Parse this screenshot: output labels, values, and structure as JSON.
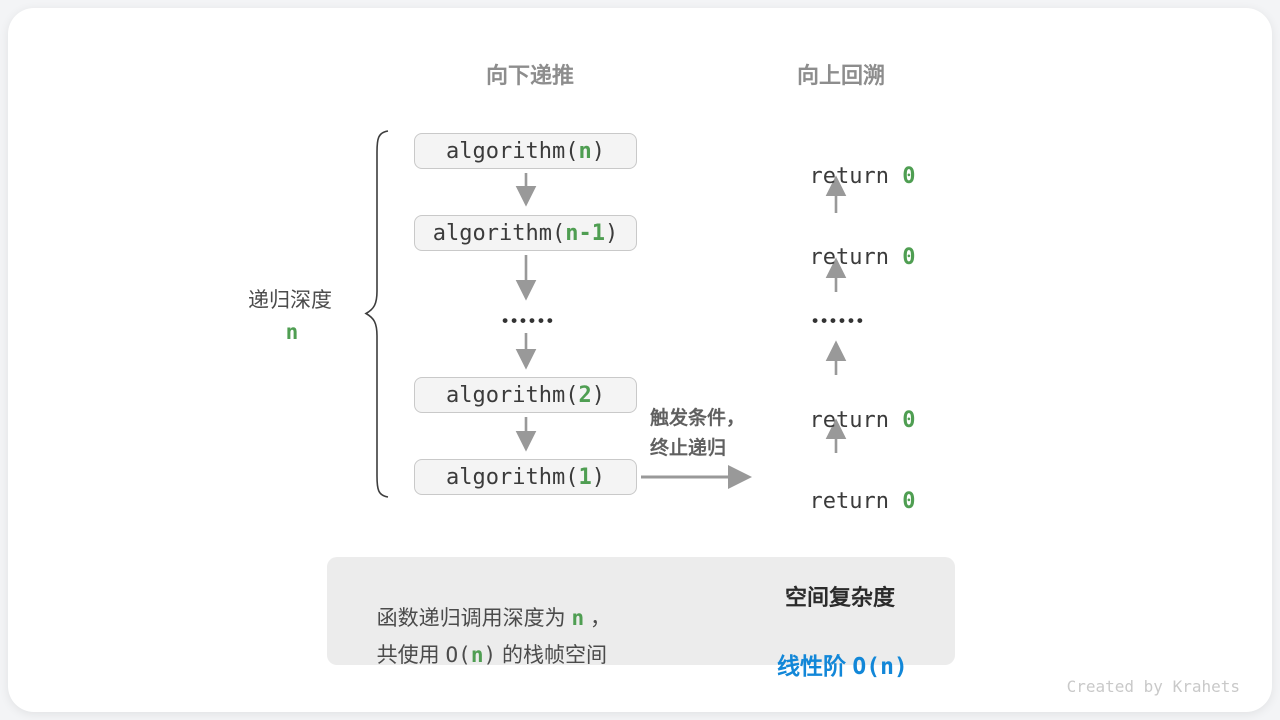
{
  "colors": {
    "page-bg": "#f3f4f6",
    "card-bg": "#ffffff",
    "green": "#4f9e52",
    "blue": "#1287d8",
    "header-gray": "#8d8d8d",
    "arrow-gray": "#999999",
    "code-dark": "#3b3b3b",
    "label-dark": "#4b4b4b",
    "note-gray": "#606060",
    "box-fill": "#f4f4f4",
    "box-border": "#c9c9c9",
    "summary-bg": "#ececec",
    "title-dark": "#2b2b2b",
    "credit-gray": "#c9c9c9"
  },
  "headers": {
    "down": "向下递推",
    "up": "向上回溯"
  },
  "depth_label": {
    "text": "递归深度",
    "value": "n"
  },
  "call_stack": {
    "fn_open": "algorithm(",
    "fn_close": ")",
    "args": [
      "n",
      "n-1",
      "2",
      "1"
    ],
    "ellipsis": "••••••"
  },
  "returns": {
    "keyword": "return ",
    "value": "0"
  },
  "trigger_note": {
    "line1": "触发条件，",
    "line2": "终止递归"
  },
  "summary": {
    "line1": {
      "pre": "函数递归调用深度为 ",
      "n": "n",
      "post": " ，"
    },
    "line2": {
      "pre": "共使用 ",
      "o_open": "O(",
      "n": "n",
      "o_close": ")",
      "post": " 的栈帧空间"
    },
    "right_title": "空间复杂度",
    "result_label": "线性阶 ",
    "result_o": "O(n)"
  },
  "credit": "Created by Krahets"
}
